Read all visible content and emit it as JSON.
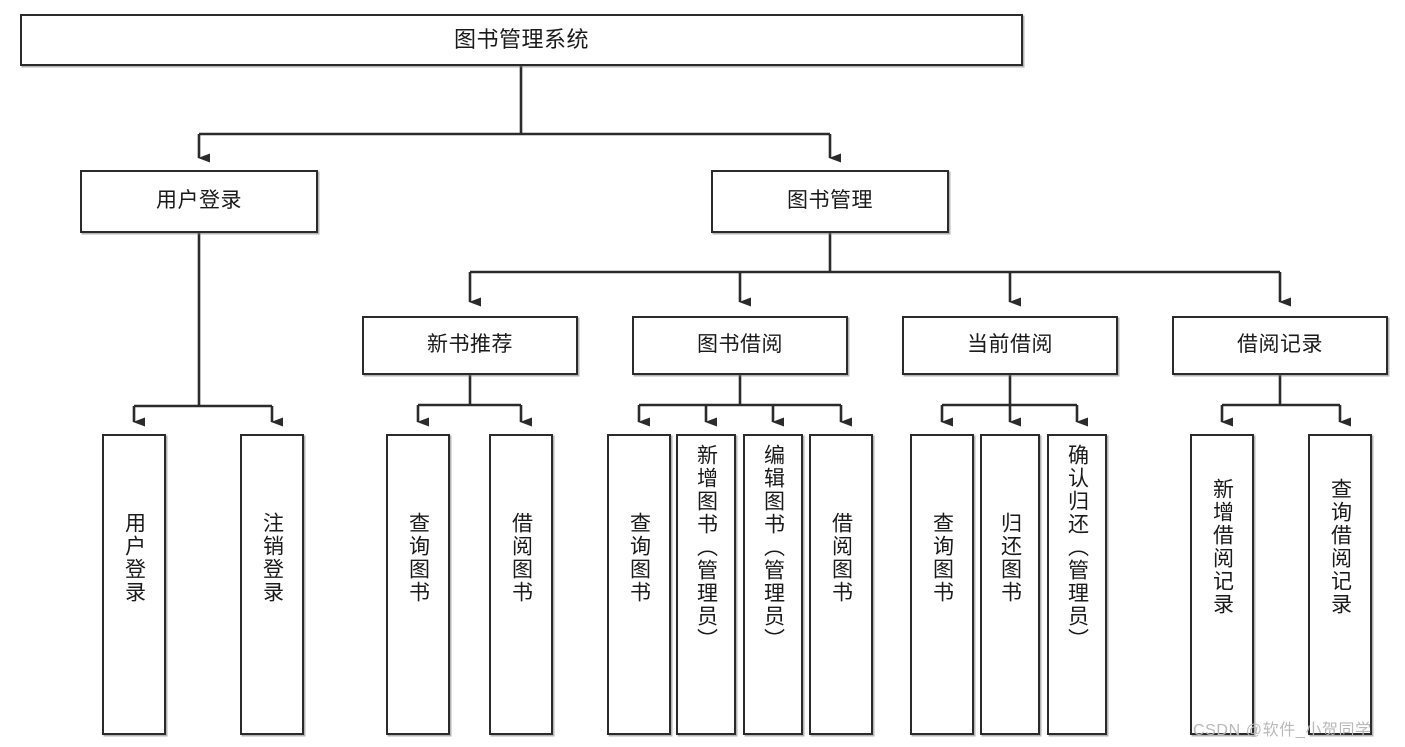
{
  "diagram": {
    "type": "tree",
    "title": "图书管理系统",
    "orientation": "top-down",
    "colors": {
      "node_border": "#2b2b2b",
      "node_fill": "#ffffff",
      "edge": "#2b2b2b",
      "text": "#1a1a1a",
      "watermark": "#b9b9b9"
    },
    "nodes": {
      "root": {
        "label": "图书管理系统",
        "level": 1
      },
      "user_login": {
        "label": "用户登录",
        "level": 2
      },
      "book_manage": {
        "label": "图书管理",
        "level": 2
      },
      "new_book_rec": {
        "label": "新书推荐",
        "level": 3
      },
      "book_borrow": {
        "label": "图书借阅",
        "level": 3
      },
      "current_borrow": {
        "label": "当前借阅",
        "level": 3
      },
      "borrow_record": {
        "label": "借阅记录",
        "level": 3
      },
      "leaf_user_login": {
        "label": "用户登录",
        "level": 4
      },
      "leaf_logout": {
        "label": "注销登录",
        "level": 4
      },
      "leaf_query_book_1": {
        "label": "查询图书",
        "level": 4
      },
      "leaf_borrow_book_1": {
        "label": "借阅图书",
        "level": 4
      },
      "leaf_query_book_2": {
        "label": "查询图书",
        "level": 4
      },
      "leaf_add_book": {
        "label": "新增图书（管理员）",
        "level": 4
      },
      "leaf_edit_book": {
        "label": "编辑图书（管理员）",
        "level": 4
      },
      "leaf_borrow_book_2": {
        "label": "借阅图书",
        "level": 4
      },
      "leaf_query_book_3": {
        "label": "查询图书",
        "level": 4
      },
      "leaf_return_book": {
        "label": "归还图书",
        "level": 4
      },
      "leaf_confirm_return": {
        "label": "确认归还（管理员）",
        "level": 4
      },
      "leaf_add_record": {
        "label": "新增借阅记录",
        "level": 4
      },
      "leaf_query_record": {
        "label": "查询借阅记录",
        "level": 4
      }
    },
    "edges": [
      {
        "from": "root",
        "to": "user_login"
      },
      {
        "from": "root",
        "to": "book_manage"
      },
      {
        "from": "user_login",
        "to": "leaf_user_login"
      },
      {
        "from": "user_login",
        "to": "leaf_logout"
      },
      {
        "from": "book_manage",
        "to": "new_book_rec"
      },
      {
        "from": "book_manage",
        "to": "book_borrow"
      },
      {
        "from": "book_manage",
        "to": "current_borrow"
      },
      {
        "from": "book_manage",
        "to": "borrow_record"
      },
      {
        "from": "new_book_rec",
        "to": "leaf_query_book_1"
      },
      {
        "from": "new_book_rec",
        "to": "leaf_borrow_book_1"
      },
      {
        "from": "book_borrow",
        "to": "leaf_query_book_2"
      },
      {
        "from": "book_borrow",
        "to": "leaf_add_book"
      },
      {
        "from": "book_borrow",
        "to": "leaf_edit_book"
      },
      {
        "from": "book_borrow",
        "to": "leaf_borrow_book_2"
      },
      {
        "from": "current_borrow",
        "to": "leaf_query_book_3"
      },
      {
        "from": "current_borrow",
        "to": "leaf_return_book"
      },
      {
        "from": "current_borrow",
        "to": "leaf_confirm_return"
      },
      {
        "from": "borrow_record",
        "to": "leaf_add_record"
      },
      {
        "from": "borrow_record",
        "to": "leaf_query_record"
      }
    ]
  },
  "watermark": {
    "text": "CSDN @软件_小贺同学"
  }
}
